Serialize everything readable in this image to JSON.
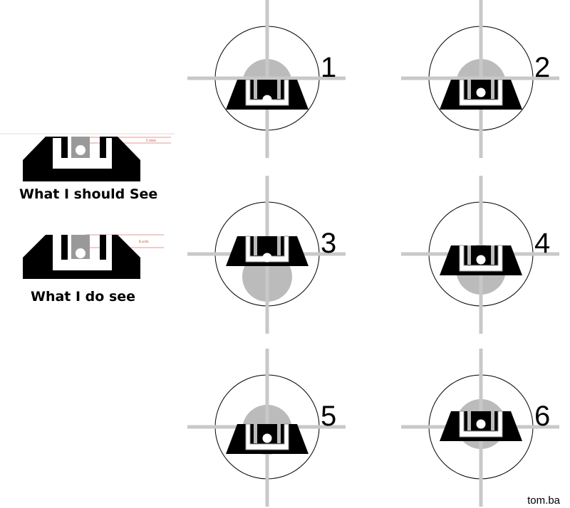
{
  "left_panel": {
    "correct": {
      "caption": "What I should See",
      "unit_note": "5 Units"
    },
    "actual": {
      "caption": "What I do see",
      "unit_note": "8 units"
    }
  },
  "sight_pictures": [
    {
      "label": "1"
    },
    {
      "label": "2"
    },
    {
      "label": "3"
    },
    {
      "label": "4"
    },
    {
      "label": "5"
    },
    {
      "label": "6"
    }
  ],
  "credit": "tom.ba",
  "colors": {
    "sight": "#000000",
    "post": "#bbbbbb",
    "crosshair": "#c8c8c8",
    "note": "#c0392b"
  }
}
